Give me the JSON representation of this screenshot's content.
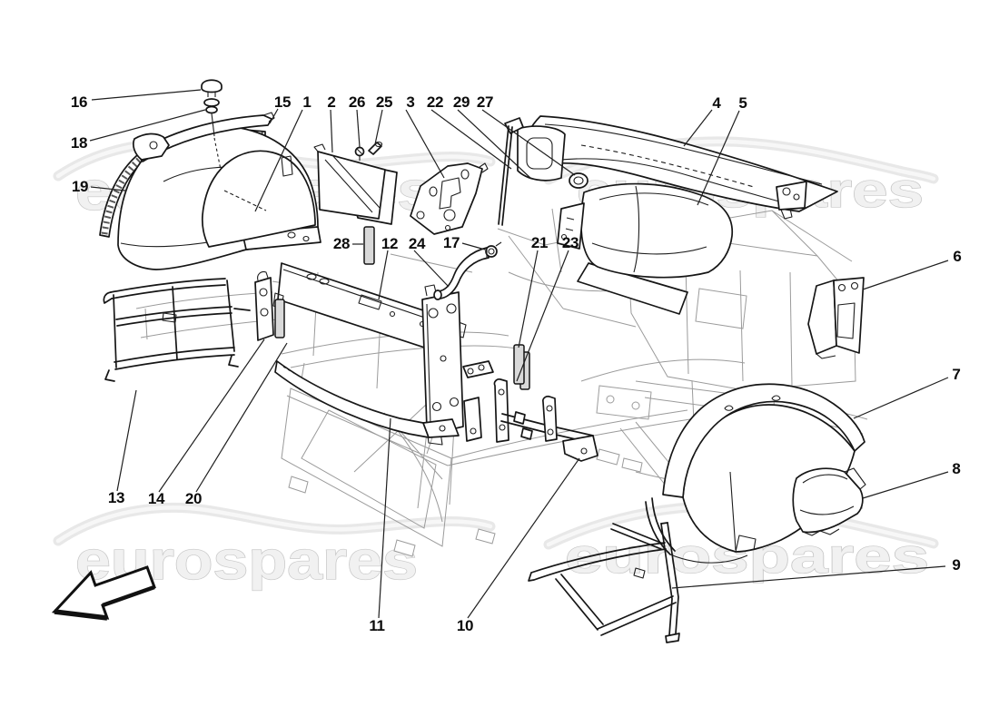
{
  "diagram": {
    "watermark": {
      "text": "eurospares"
    },
    "arrow_icon": "arrow-left-down",
    "part_labels": [
      "16",
      "18",
      "19",
      "15",
      "1",
      "2",
      "26",
      "25",
      "3",
      "22",
      "29",
      "27",
      "4",
      "5",
      "28",
      "12",
      "24",
      "17",
      "21",
      "23",
      "6",
      "7",
      "8",
      "9",
      "13",
      "14",
      "20",
      "11",
      "10"
    ]
  },
  "colors": {
    "ink": "#1a1a1a",
    "light_line": "#9b9b9b",
    "watermark_fill": "#f1f1f1",
    "watermark_outline": "#c7c7c7",
    "pad_fill": "#d9d9d9",
    "background": "#ffffff"
  }
}
